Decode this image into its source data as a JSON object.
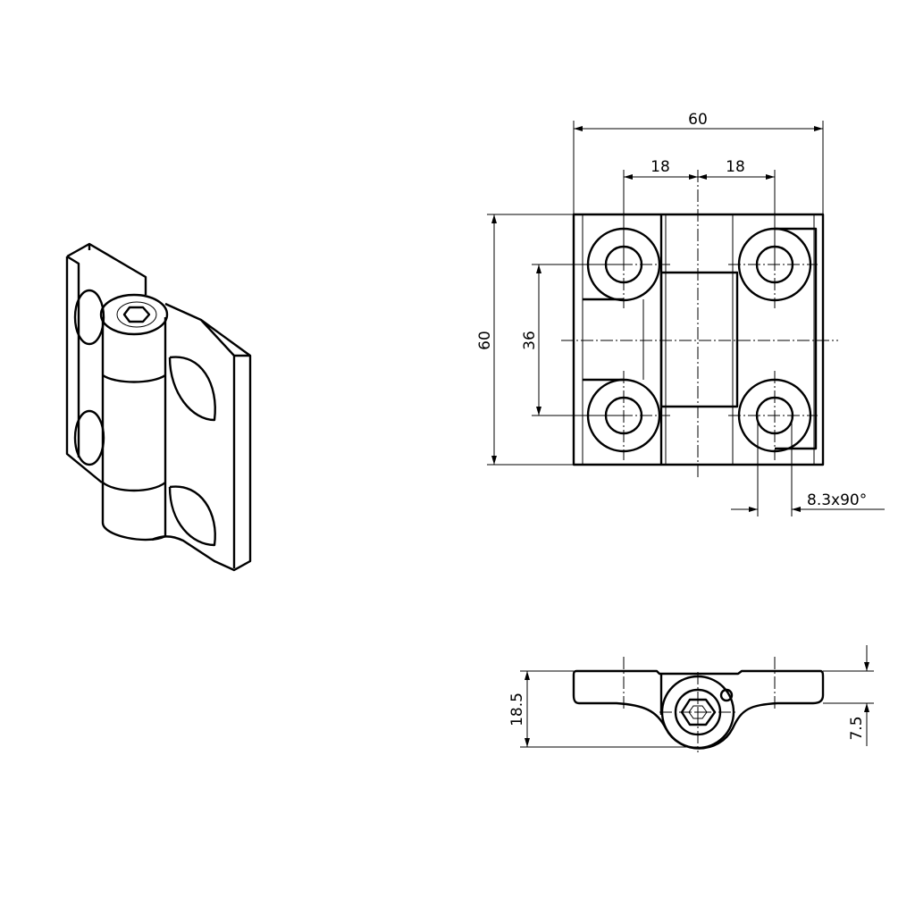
{
  "drawing": {
    "front_view": {
      "dim_width_total": "60",
      "dim_hole_spacing_left": "18",
      "dim_hole_spacing_right": "18",
      "dim_height_total": "60",
      "dim_hole_spacing_vertical": "36",
      "dim_countersink": "8.3x90°"
    },
    "side_view": {
      "dim_height_total": "18.5",
      "dim_leaf_thickness": "7.5"
    },
    "line_color": "#000000",
    "background_color": "#ffffff"
  }
}
